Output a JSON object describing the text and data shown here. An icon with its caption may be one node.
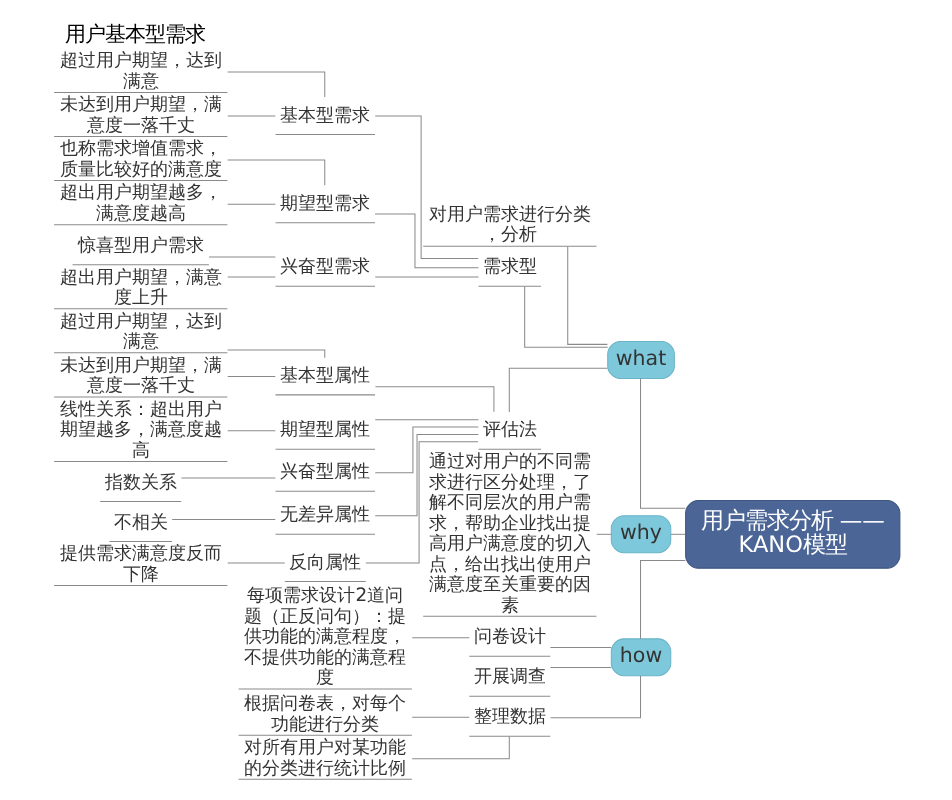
{
  "diagram": {
    "title": "用户基本型需求",
    "nodes": [
      {
        "text": [
          "用户需求分析 ——KANO模型"
        ]
      },
      {
        "text": [
          "what"
        ]
      },
      {
        "text": [
          "对用户需求进行分类，分析"
        ]
      },
      {
        "text": [
          "需求型"
        ]
      },
      {
        "text": [
          "基本型需求"
        ]
      },
      {
        "text": [
          "超过用户期望，达到满意"
        ]
      },
      {
        "text": [
          "未达到用户期望，满意度一落千丈"
        ]
      },
      {
        "text": [
          "期望型需求"
        ]
      },
      {
        "text": [
          "也称需求增值需求，质量比较好的满意度"
        ]
      },
      {
        "text": [
          "超出用户期望越多，满意度越高"
        ]
      },
      {
        "text": [
          "兴奋型需求"
        ]
      },
      {
        "text": [
          "惊喜型用户需求"
        ]
      },
      {
        "text": [
          "超出用户期望，满意度上升"
        ]
      },
      {
        "text": [
          "评估法"
        ]
      },
      {
        "text": [
          "基本型属性"
        ]
      },
      {
        "text": [
          "超过用户期望，达到满意"
        ]
      },
      {
        "text": [
          "未达到用户期望，满意度一落千丈"
        ]
      },
      {
        "text": [
          "期望型属性"
        ]
      },
      {
        "text": [
          "线性关系：超出用户期望越多，满意度越高"
        ]
      },
      {
        "text": [
          "兴奋型属性"
        ]
      },
      {
        "text": [
          "指数关系"
        ]
      },
      {
        "text": [
          "无差异属性"
        ]
      },
      {
        "text": [
          "不相关"
        ]
      },
      {
        "text": [
          "反向属性"
        ]
      },
      {
        "text": [
          "提供需求满意度反而下降"
        ]
      },
      {
        "text": [
          "why"
        ]
      },
      {
        "text": [
          "通过对用户的不同需求进行区分处理，了解不同层次的用户需求，帮助企业找出提高用户满意度的切入点，给出找出使用户满意度至关重要的因素"
        ]
      },
      {
        "text": [
          "how"
        ]
      },
      {
        "text": [
          "问卷设计"
        ]
      },
      {
        "text": [
          "每项需求设计2道问题（正反问句）：提供功能的满意程度，不提供功能的满意程度"
        ]
      },
      {
        "text": [
          "开展调查"
        ]
      },
      {
        "text": [
          "整理数据"
        ]
      },
      {
        "text": [
          "根据问卷表，对每个功能进行分类"
        ]
      },
      {
        "text": [
          "对所有用户对某功能的分类进行统计比例"
        ]
      }
    ],
    "edges": [
      {
        "from": 0,
        "to": 1,
        "arrow": "none"
      },
      {
        "from": 1,
        "to": 2,
        "arrow": "none"
      },
      {
        "from": 1,
        "to": 3,
        "arrow": "none"
      },
      {
        "from": 3,
        "to": 4,
        "arrow": "none"
      },
      {
        "from": 4,
        "to": 5,
        "arrow": "none"
      },
      {
        "from": 4,
        "to": 6,
        "arrow": "none"
      },
      {
        "from": 3,
        "to": 7,
        "arrow": "none"
      },
      {
        "from": 7,
        "to": 8,
        "arrow": "none"
      },
      {
        "from": 7,
        "to": 9,
        "arrow": "none"
      },
      {
        "from": 3,
        "to": 10,
        "arrow": "none"
      },
      {
        "from": 10,
        "to": 11,
        "arrow": "none"
      },
      {
        "from": 10,
        "to": 12,
        "arrow": "none"
      },
      {
        "from": 1,
        "to": 13,
        "arrow": "none"
      },
      {
        "from": 13,
        "to": 14,
        "arrow": "none"
      },
      {
        "from": 14,
        "to": 15,
        "arrow": "none"
      },
      {
        "from": 14,
        "to": 16,
        "arrow": "none"
      },
      {
        "from": 13,
        "to": 17,
        "arrow": "none"
      },
      {
        "from": 17,
        "to": 18,
        "arrow": "none"
      },
      {
        "from": 13,
        "to": 19,
        "arrow": "none"
      },
      {
        "from": 19,
        "to": 20,
        "arrow": "none"
      },
      {
        "from": 13,
        "to": 21,
        "arrow": "none"
      },
      {
        "from": 21,
        "to": 22,
        "arrow": "none"
      },
      {
        "from": 13,
        "to": 23,
        "arrow": "none"
      },
      {
        "from": 23,
        "to": 24,
        "arrow": "none"
      },
      {
        "from": 0,
        "to": 25,
        "arrow": "none"
      },
      {
        "from": 25,
        "to": 26,
        "arrow": "none"
      },
      {
        "from": 0,
        "to": 27,
        "arrow": "none"
      },
      {
        "from": 27,
        "to": 28,
        "arrow": "none"
      },
      {
        "from": 28,
        "to": 29,
        "arrow": "none"
      },
      {
        "from": 27,
        "to": 30,
        "arrow": "none"
      },
      {
        "from": 27,
        "to": 31,
        "arrow": "none"
      },
      {
        "from": 31,
        "to": 32,
        "arrow": "none"
      },
      {
        "from": 31,
        "to": 33,
        "arrow": "none"
      }
    ]
  }
}
